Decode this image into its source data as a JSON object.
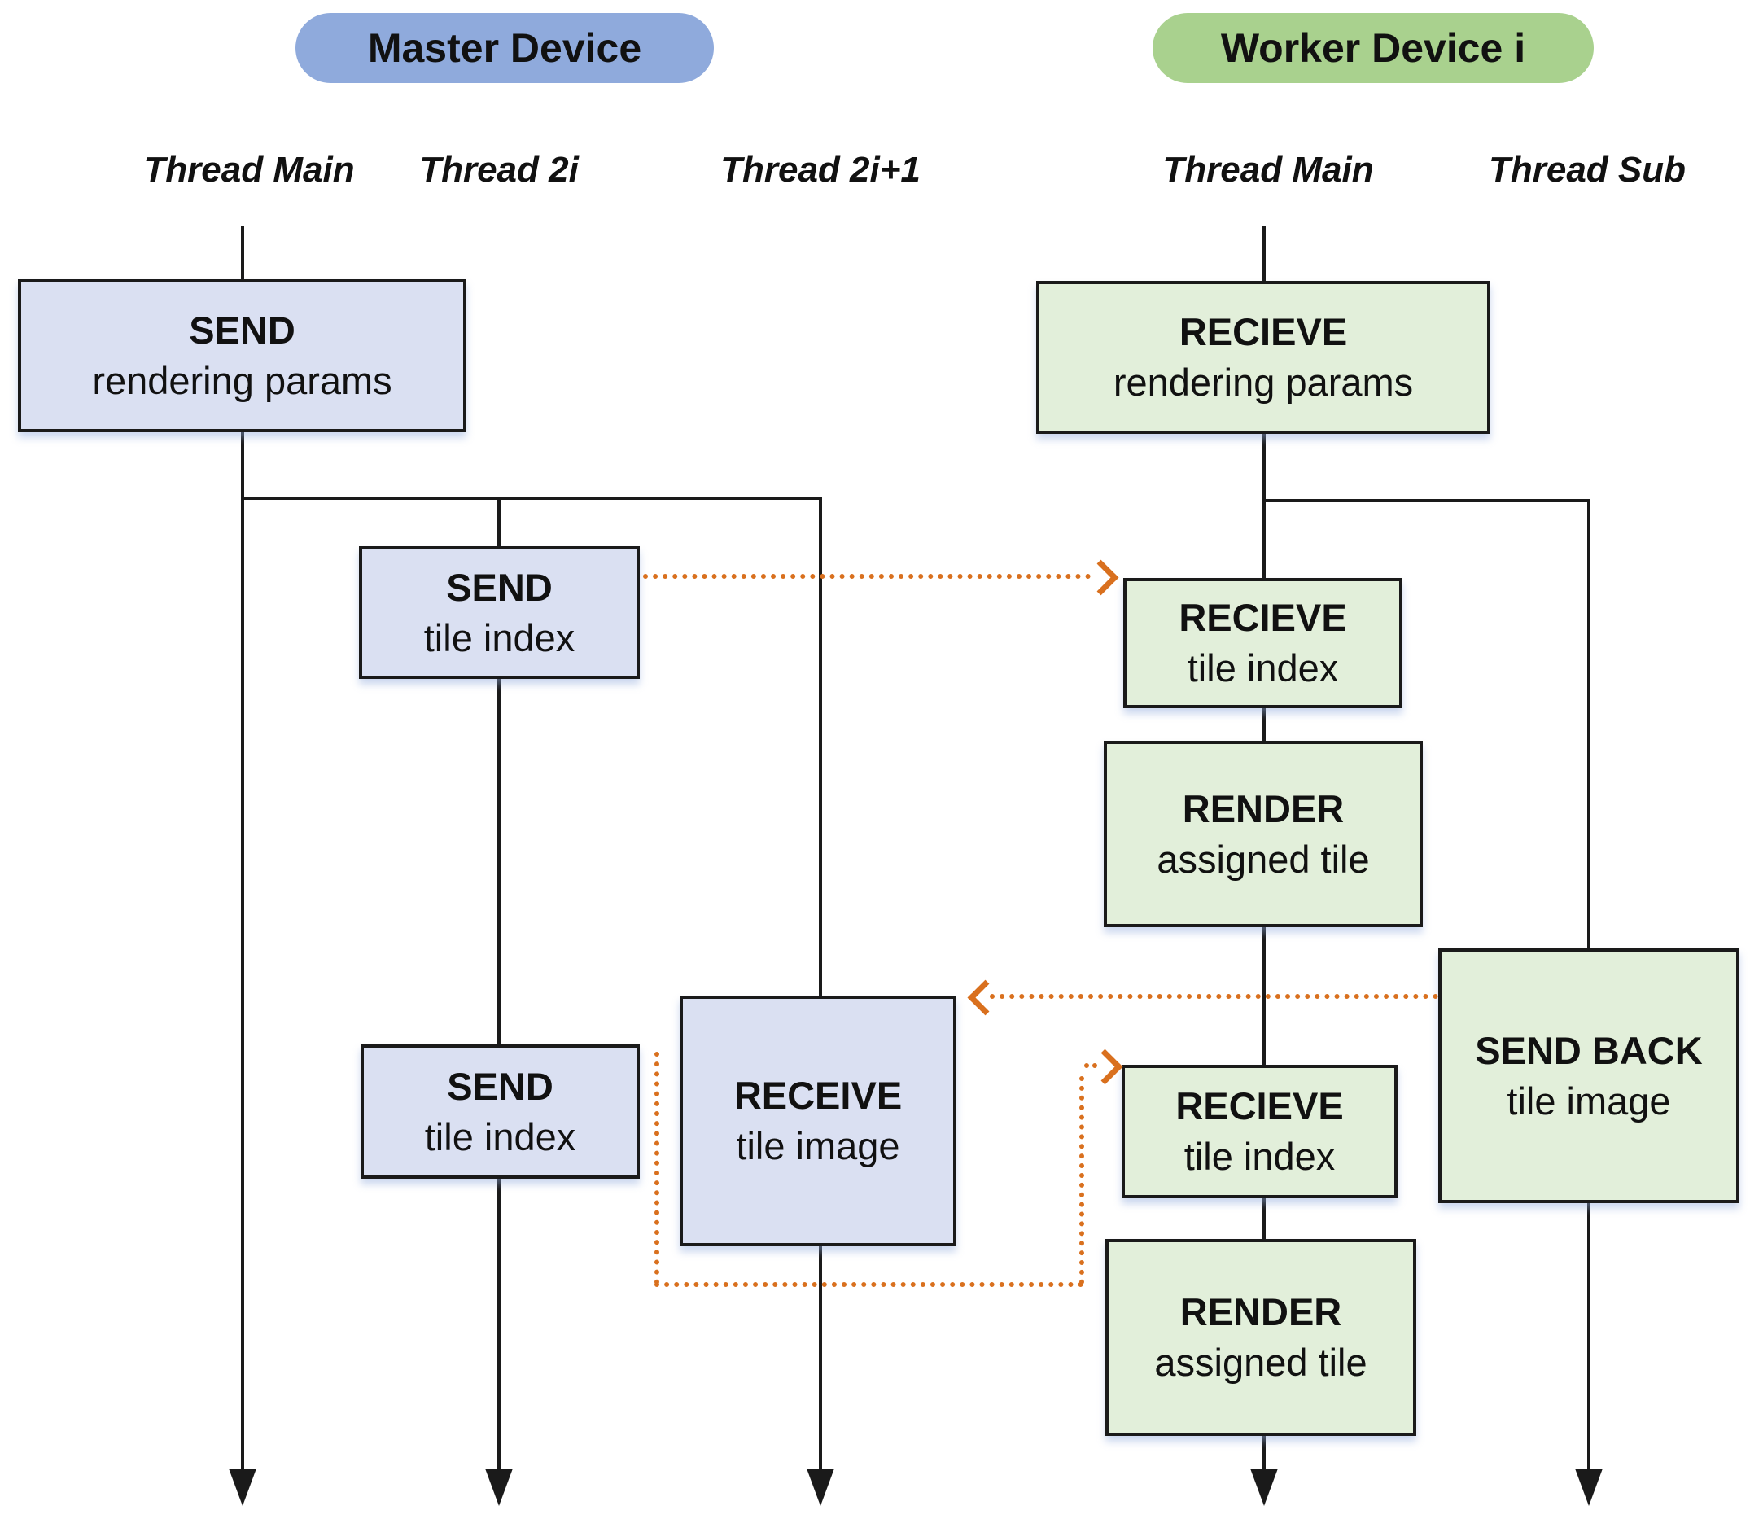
{
  "diagram": {
    "devices": [
      {
        "id": "master",
        "label": "Master Device"
      },
      {
        "id": "worker",
        "label": "Worker Device i"
      }
    ],
    "threads": [
      {
        "id": "master-thread-main",
        "label": "Thread Main"
      },
      {
        "id": "master-thread-2i",
        "label": "Thread 2i"
      },
      {
        "id": "master-thread-2i-plus-1",
        "label": "Thread 2i+1"
      },
      {
        "id": "worker-thread-main",
        "label": "Thread Main"
      },
      {
        "id": "worker-thread-sub",
        "label": "Thread Sub"
      }
    ],
    "boxes": {
      "master_send_params": {
        "line1": "SEND",
        "line2": "rendering params"
      },
      "master_send_tile_1": {
        "line1": "SEND",
        "line2": "tile index"
      },
      "master_send_tile_2": {
        "line1": "SEND",
        "line2": "tile index"
      },
      "master_receive_image": {
        "line1": "RECEIVE",
        "line2": "tile image"
      },
      "worker_recieve_params": {
        "line1": "RECIEVE",
        "line2": "rendering params"
      },
      "worker_recieve_tile_1": {
        "line1": "RECIEVE",
        "line2": "tile index"
      },
      "worker_render_1": {
        "line1": "RENDER",
        "line2": "assigned tile"
      },
      "worker_recieve_tile_2": {
        "line1": "RECIEVE",
        "line2": "tile index"
      },
      "worker_render_2": {
        "line1": "RENDER",
        "line2": "assigned tile"
      },
      "worker_send_back": {
        "line1": "SEND BACK",
        "line2": "tile image"
      }
    },
    "colors": {
      "master_header_bg": "#8FAADC",
      "worker_header_bg": "#A9D18E",
      "master_box_bg": "#DAE0F2",
      "worker_box_bg": "#E2EFDA",
      "line": "#1A1A1A",
      "message_arrow": "#D9701E",
      "background": "#FFFFFF"
    }
  }
}
